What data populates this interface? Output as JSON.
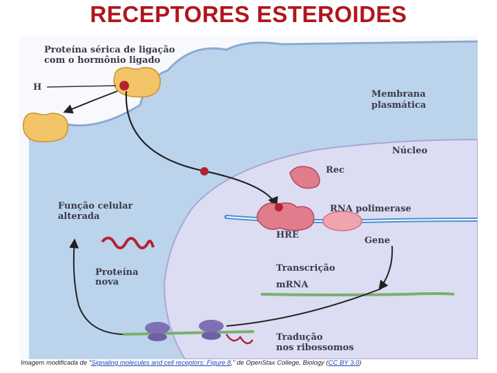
{
  "title": "RECEPTORES ESTEROIDES",
  "diagram": {
    "labels": {
      "serum_protein_line1": "Proteína sérica de ligação",
      "serum_protein_line2": "com o hormônio ligado",
      "hormone": "H",
      "membrane_line1": "Membrana",
      "membrane_line2": "plasmática",
      "nucleus": "Núcleo",
      "receptor": "Rec",
      "function_line1": "Função celular",
      "function_line2": "alterada",
      "rna_polymerase": "RNA polimerase",
      "hre": "HRE",
      "gene": "Gene",
      "new_protein_line1": "Proteína",
      "new_protein_line2": "nova",
      "transcription": "Transcrição",
      "mrna": "mRNA",
      "translation_line1": "Tradução",
      "translation_line2": "nos ribossomos"
    },
    "colors": {
      "cell": "#bcd3ec",
      "nucleus": "#dcdcf2",
      "binding_protein": "#f3c467",
      "receptor": "#e07c8c",
      "hormone_dot": "#b22232",
      "dna": "#4a8fd0",
      "mrna": "#78b070",
      "ribosome": "#7f6fb4"
    }
  },
  "caption": {
    "prefix": "Imagem modificada de \"",
    "link1": "Signaling molecules and cell receptors: Figure 8",
    "middle": ",\" de OpenStax College, Biology (",
    "link2": "CC BY 3.0",
    "suffix": ")"
  }
}
